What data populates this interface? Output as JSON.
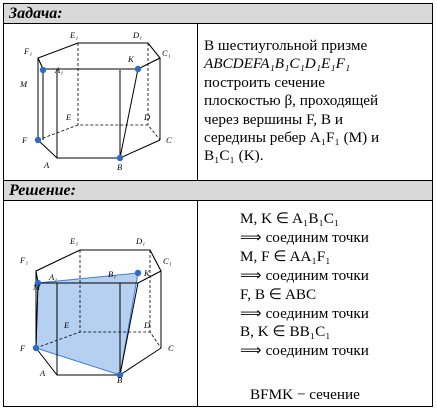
{
  "task_header": "Задача:",
  "solution_header": "Решение:",
  "task": {
    "line1": "В шестиугольной призме",
    "line2": "ABCDEFA₁B₁C₁D₁E₁F₁",
    "line3": "построить сечение",
    "line4": "плоскостью β, проходящей",
    "line5": "через вершины F, B и",
    "line6": "середины ребер A₁F₁ (M) и",
    "line7": "B₁C₁ (K)."
  },
  "solution": {
    "l1": "M, K  ∈ A₁B₁C₁",
    "l2": "⟹ соединим точки",
    "l3": "M, F   ∈ AA₁F₁",
    "l4": "⟹ соединим точки",
    "l5": "F, B  ∈ ABC",
    "l6": "⟹ соединим точки",
    "l7": "B, K   ∈ BB₁C₁",
    "l8": "⟹ соединим точки",
    "final": "BFMK − сечение"
  },
  "figure_labels": {
    "E1": "E₁",
    "D1": "D₁",
    "F1": "F₁",
    "C1": "C₁",
    "A1": "A₁",
    "B1": "B₁",
    "K": "K",
    "M": "M",
    "E": "E",
    "D": "D",
    "F": "F",
    "C": "C",
    "A": "A",
    "B": "B"
  },
  "colors": {
    "header_bg": "#d9d9d9",
    "point": "#2e6bc5",
    "section_fill": "#a9c8ee",
    "section_stroke": "#3f7fd6"
  }
}
